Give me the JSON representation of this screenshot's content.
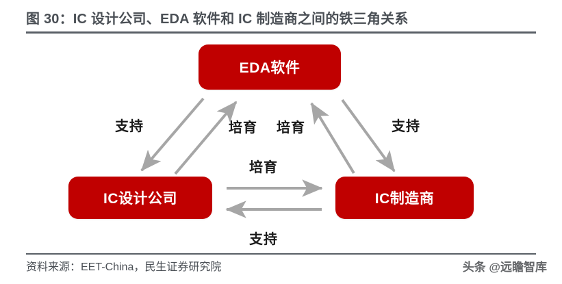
{
  "title": "图 30：IC 设计公司、EDA 软件和 IC 制造商之间的铁三角关系",
  "colors": {
    "node_fill": "#c00000",
    "node_text": "#ffffff",
    "arrow": "#a6a6a6",
    "title_text": "#4a4f55",
    "rule": "#595f66",
    "label_text": "#1a1a1a",
    "background": "#ffffff"
  },
  "diagram": {
    "nodes": [
      {
        "id": "eda",
        "label": "EDA软件"
      },
      {
        "id": "design",
        "label": "IC设计公司"
      },
      {
        "id": "foundry",
        "label": "IC制造商"
      }
    ],
    "edge_labels": {
      "left_support": "支持",
      "top_nurture_left": "培育",
      "top_nurture_right": "培育",
      "right_support": "支持",
      "middle_nurture": "培育",
      "middle_support": "支持"
    },
    "edges": [
      {
        "from": "eda",
        "to": "design",
        "label": "支持",
        "direction": "down-left"
      },
      {
        "from": "design",
        "to": "eda",
        "label": "培育",
        "direction": "up-right"
      },
      {
        "from": "foundry",
        "to": "eda",
        "label": "培育",
        "direction": "up-left"
      },
      {
        "from": "eda",
        "to": "foundry",
        "label": "支持",
        "direction": "down-right"
      },
      {
        "from": "design",
        "to": "foundry",
        "label": "培育",
        "direction": "right"
      },
      {
        "from": "foundry",
        "to": "design",
        "label": "支持",
        "direction": "left"
      }
    ]
  },
  "footer": {
    "source": "资料来源：EET-China，民生证券研究院",
    "watermark": "头条 @远瞻智库"
  }
}
